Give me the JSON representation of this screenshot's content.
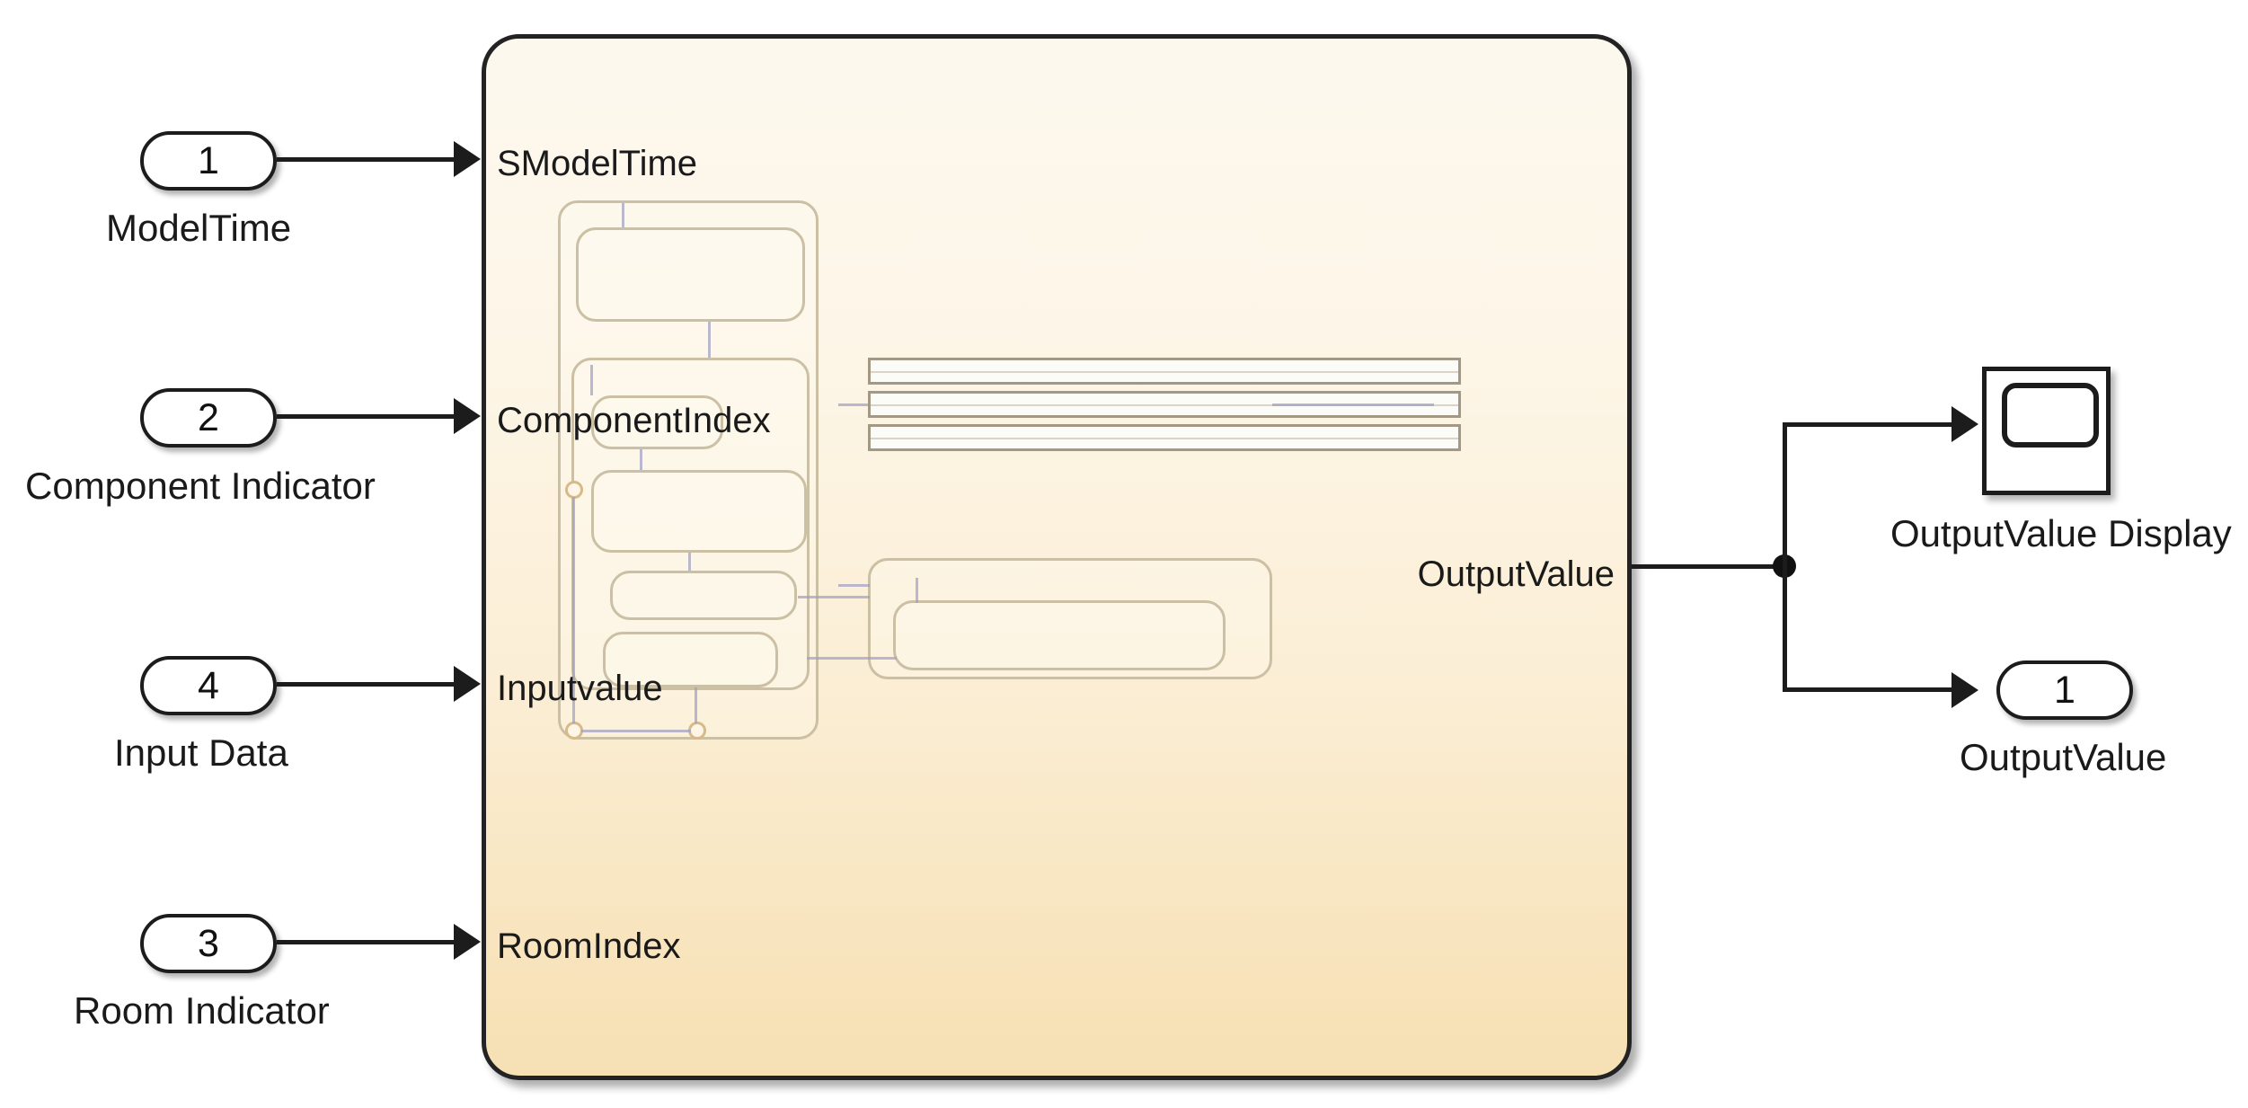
{
  "diagram": {
    "title": "Simulink Stateflow Chart Block Diagram",
    "colors": {
      "block_fill_top": "#fdf8ee",
      "block_fill_bottom": "#f6e0b4",
      "block_border": "#232323",
      "wire": "#1c1c1c",
      "state_border": "#cbbfa4",
      "transition": "#9f9fc4",
      "junction": "#d8b98a",
      "canvas": "#ffffff"
    }
  },
  "inputs": [
    {
      "number": "1",
      "label": "ModelTime",
      "port_label": "SModelTime"
    },
    {
      "number": "2",
      "label": "Component Indicator",
      "port_label": "ComponentIndex"
    },
    {
      "number": "4",
      "label": "Input Data",
      "port_label": "Inputvalue"
    },
    {
      "number": "3",
      "label": "Room Indicator",
      "port_label": "RoomIndex"
    }
  ],
  "chart": {
    "output_port_label": "OutputValue",
    "preview_states": 7,
    "preview_junctions": 3,
    "truth_table_bars": 3
  },
  "outputs": [
    {
      "type": "scope",
      "icon": "scope-icon",
      "label": "OutputValue Display"
    },
    {
      "type": "outport",
      "number": "1",
      "label": "OutputValue"
    }
  ]
}
